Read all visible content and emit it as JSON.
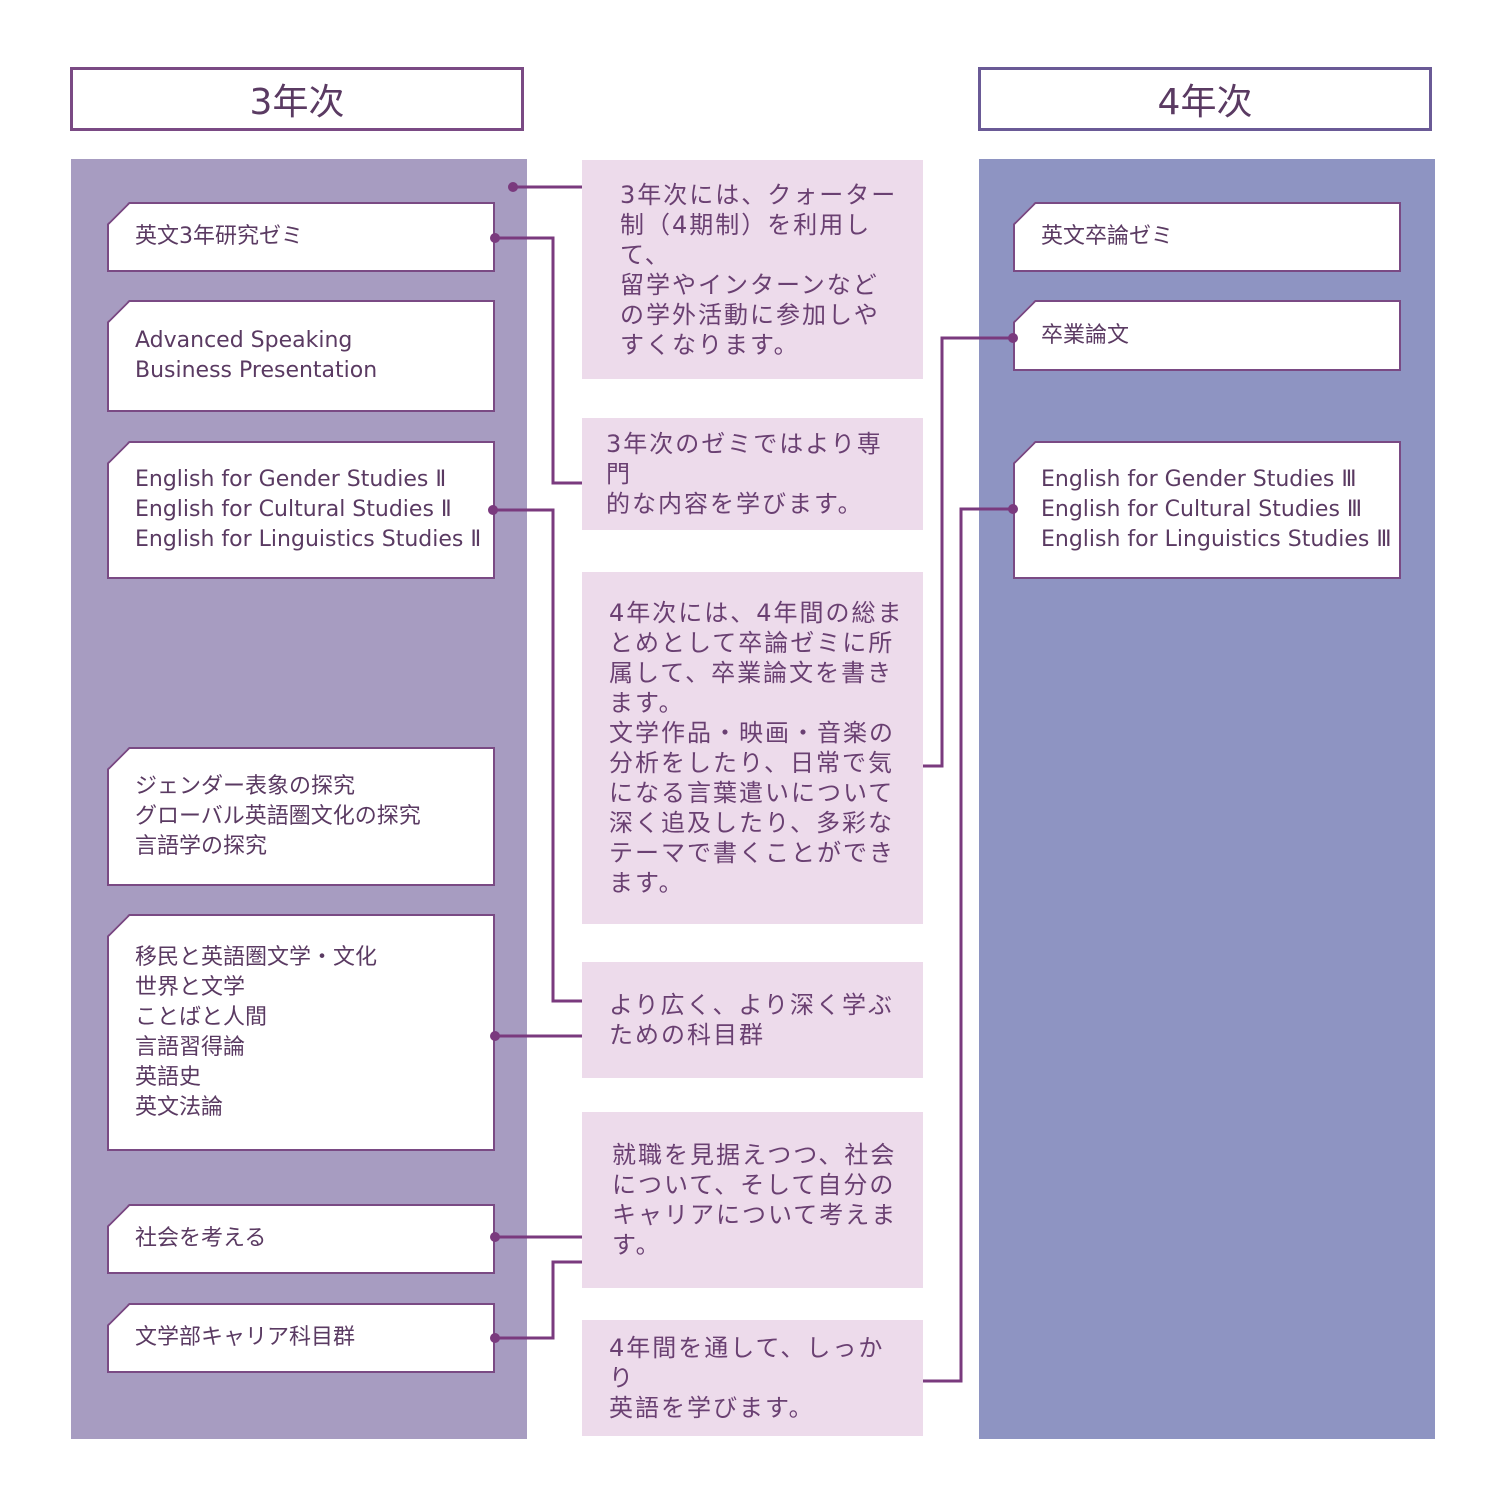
{
  "headers": {
    "year3": "3年次",
    "year4": "4年次"
  },
  "year3_courses": [
    {
      "lines": [
        "英文3年研究ゼミ"
      ]
    },
    {
      "lines": [
        "Advanced Speaking",
        "Business Presentation"
      ]
    },
    {
      "lines": [
        "English for Gender Studies Ⅱ",
        "English for Cultural Studies Ⅱ",
        "English for Linguistics Studies Ⅱ"
      ]
    },
    {
      "lines": [
        "ジェンダー表象の探究",
        "グローバル英語圏文化の探究",
        "言語学の探究"
      ]
    },
    {
      "lines": [
        "移民と英語圏文学・文化",
        "世界と文学",
        "ことばと人間",
        "言語習得論",
        "英語史",
        "英文法論"
      ]
    },
    {
      "lines": [
        "社会を考える"
      ]
    },
    {
      "lines": [
        "文学部キャリア科目群"
      ]
    }
  ],
  "year4_courses": [
    {
      "lines": [
        "英文卒論ゼミ"
      ]
    },
    {
      "lines": [
        "卒業論文"
      ]
    },
    {
      "lines": [
        "English for Gender Studies Ⅲ",
        "English for Cultural Studies Ⅲ",
        "English for Linguistics Studies Ⅲ"
      ]
    }
  ],
  "notes": [
    {
      "lines": [
        "3年次には、クォーター",
        "制（4期制）を利用して、",
        "留学やインターンなど",
        "の学外活動に参加しや",
        "すくなります。"
      ]
    },
    {
      "lines": [
        "3年次のゼミではより専門",
        "的な内容を学びます。"
      ]
    },
    {
      "lines": [
        "4年次には、4年間の総ま",
        "とめとして卒論ゼミに所",
        "属して、卒業論文を書き",
        "ます。",
        "文学作品・映画・音楽の",
        "分析をしたり、日常で気",
        "になる言葉遣いについて",
        "深く追及したり、多彩な",
        "テーマで書くことができ",
        "ます。"
      ]
    },
    {
      "lines": [
        "より広く、より深く学ぶ",
        "ための科目群"
      ]
    },
    {
      "lines": [
        "就職を見据えつつ、社会",
        "について、そして自分の",
        "キャリアについて考えま",
        "す。"
      ]
    },
    {
      "lines": [
        "4年間を通して、しっかり",
        "英語を学びます。"
      ]
    }
  ],
  "colors": {
    "year3_bg": "#a79cc1",
    "year4_bg": "#8e94c2",
    "note_bg": "#eddbeb",
    "line": "#7a3a7e"
  }
}
